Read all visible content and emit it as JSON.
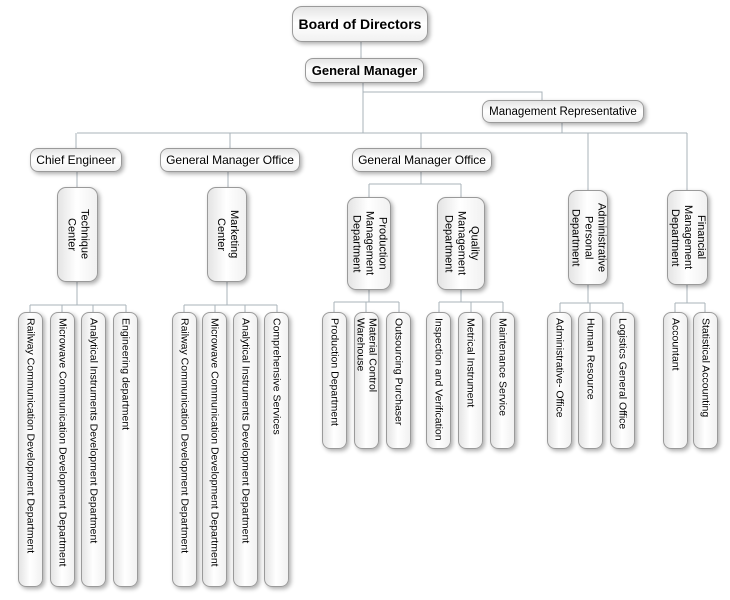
{
  "org": {
    "line_color": "#a9b3ba",
    "board_of_directors": "Board of Directors",
    "general_manager": "General Manager",
    "management_representative": "Management Representative",
    "offices": [
      "Chief Engineer",
      "General Manager Office",
      "General Manager Office"
    ],
    "departments": [
      "Technique\nCenter",
      "Marketing\nCenter",
      "Production\nManagement\nDepartment",
      "Quality\nManagement\nDepartment",
      "Administrative\nPersonal\nDepartment",
      "Financial\nManagement\nDepartment"
    ],
    "units": {
      "technique_center": [
        "Railway Communication Development Department",
        "Microwave Communication Development Department",
        "Analytical Instruments Development Department",
        "Engineering department"
      ],
      "marketing_center": [
        "Railway Communication Development Department",
        "Microwave Communication Development Department",
        "Analytical Instruments Development Department",
        "Comprehensive Services"
      ],
      "production_management": [
        "Production Department",
        "Material Control Warehouse",
        "Outsourcing Purchaser"
      ],
      "quality_management": [
        "Inspection and Verification",
        "Metrical Instrument",
        "Maintenance Service"
      ],
      "administrative_personal": [
        "Administrative- Office",
        "Human Resource",
        "Logistics General Office"
      ],
      "financial_management": [
        "Accountant",
        "Statistical Accounting"
      ]
    }
  }
}
